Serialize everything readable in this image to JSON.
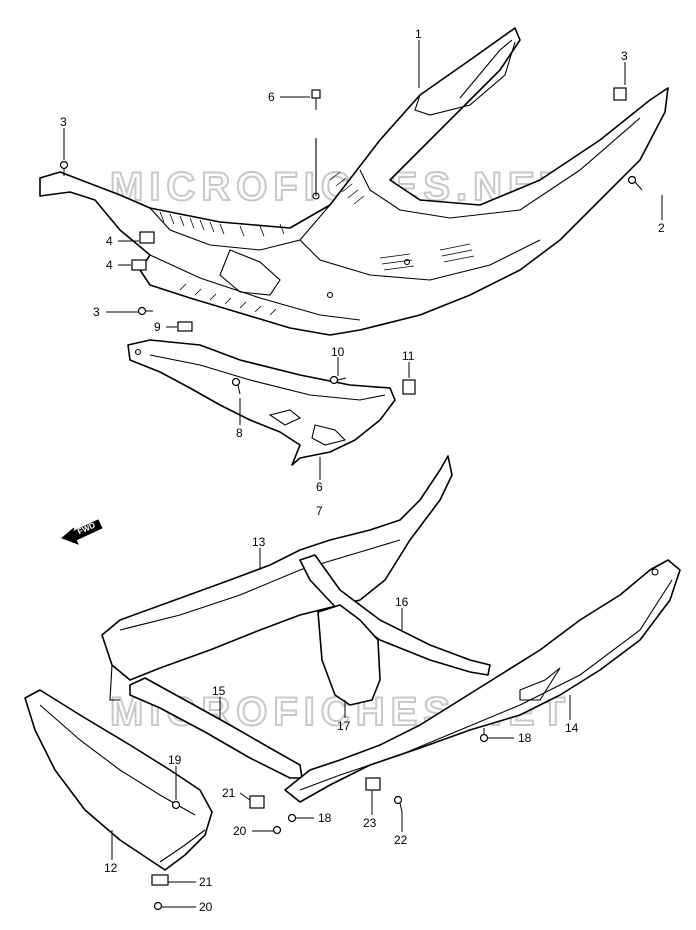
{
  "watermark": "MICROFICHES.NET",
  "fwd_label": "FWD",
  "callouts": [
    "1",
    "2",
    "3",
    "3",
    "3",
    "4",
    "4",
    "6",
    "8",
    "9",
    "10",
    "11",
    "6",
    "7",
    "13",
    "16",
    "15",
    "17",
    "14",
    "18",
    "19",
    "21",
    "18",
    "20",
    "23",
    "22",
    "12",
    "21",
    "20"
  ]
}
